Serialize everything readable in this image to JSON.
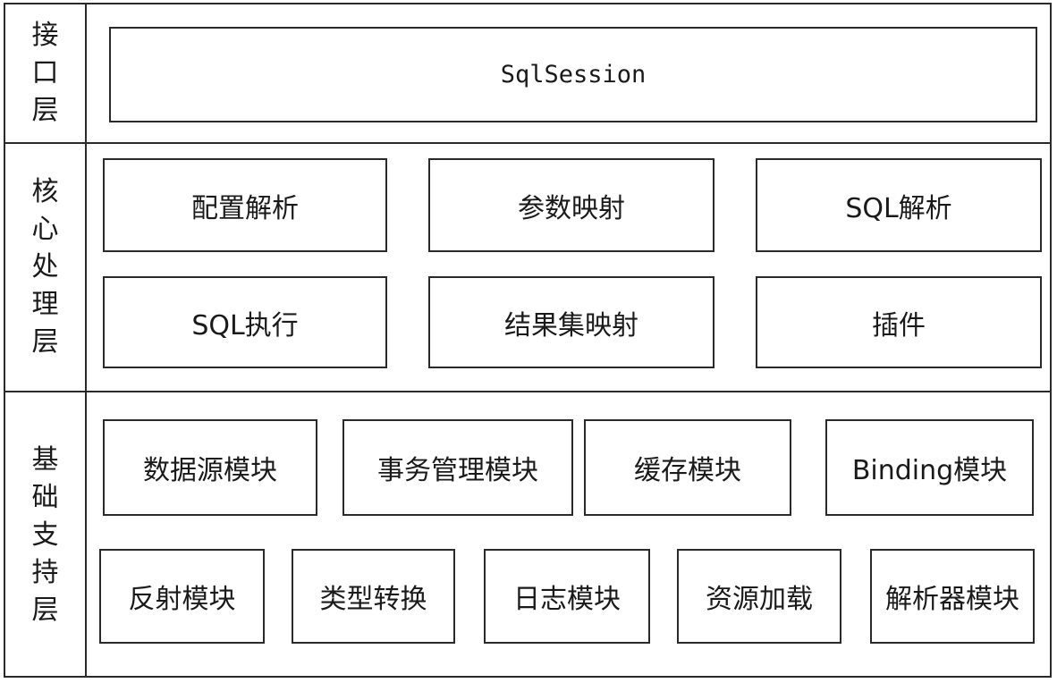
{
  "layers": [
    {
      "label_chars": [
        "接",
        "口",
        "层"
      ],
      "rows": [
        [
          "SqlSession"
        ]
      ]
    },
    {
      "label_chars": [
        "核",
        "心",
        "处",
        "理",
        "层"
      ],
      "rows": [
        [
          "配置解析",
          "参数映射",
          "SQL解析"
        ],
        [
          "SQL执行",
          "结果集映射",
          "插件"
        ]
      ]
    },
    {
      "label_chars": [
        "基",
        "础",
        "支",
        "持",
        "层"
      ],
      "rows": [
        [
          "数据源模块",
          "事务管理模块",
          "缓存模块",
          "Binding模块"
        ],
        [
          "反射模块",
          "类型转换",
          "日志模块",
          "资源加载",
          "解析器模块"
        ]
      ]
    }
  ]
}
